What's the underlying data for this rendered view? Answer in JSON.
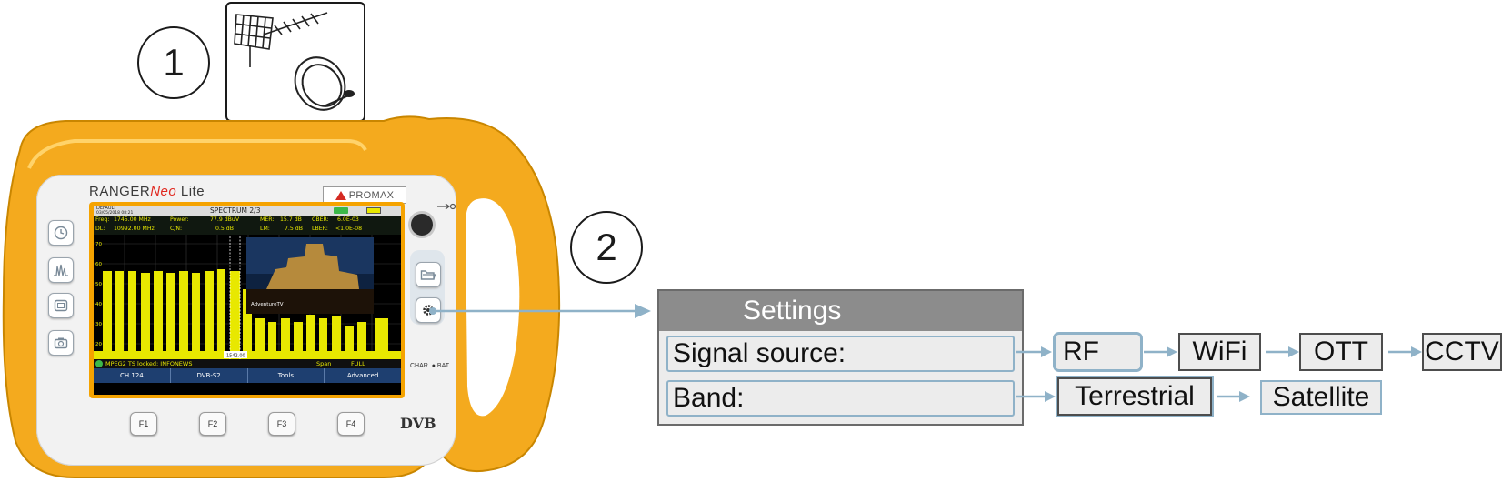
{
  "callouts": {
    "one": "1",
    "two": "2"
  },
  "device": {
    "brand_prefix": "RANGER",
    "brand_neo": "Neo",
    "brand_suffix": " Lite",
    "maker": "PROMAX",
    "screen": {
      "preset": "DEFAULT",
      "datetime": "03/05/2018 08:21",
      "title": "SPECTRUM 2/3",
      "freq_label": "Freq:",
      "freq_value": "1745.00 MHz",
      "dl_label": "DL:",
      "dl_value": "10992.00 MHz",
      "power_label": "Power:",
      "power_value": "77.9 dBuV",
      "cn_label": "C/N:",
      "cn_value": "0.5 dB",
      "mer_label": "MER:",
      "mer_value": "15.7 dB",
      "lm_label": "LM:",
      "lm_value": "7.5 dB",
      "cber_label": "CBER:",
      "cber_value": "6.0E-03",
      "lber_label": "LBER:",
      "lber_value": "<1.0E-08",
      "y_ticks": [
        "70",
        "60",
        "50",
        "40",
        "30",
        "20"
      ],
      "marker_label": "1542.00",
      "thumbnail_caption": "AdventureTV",
      "lock_status": "MPEG2 TS locked:  INFONEWS",
      "span_label": "Span",
      "span_value": "FULL",
      "menu": [
        "CH 124",
        "DVB-S2",
        "Tools",
        "Advanced"
      ],
      "accent_color": "#e8e800",
      "menu_color": "#1e3f70"
    },
    "side_buttons_left": [
      "clock-icon",
      "spectrum-icon",
      "screen-icon",
      "camera-icon"
    ],
    "side_buttons_right": [
      "folder-icon",
      "gear-icon"
    ],
    "fkeys": [
      "F1",
      "F2",
      "F3",
      "F4"
    ],
    "charbat": "CHAR. ● BAT.",
    "dvb_logo": "DVB"
  },
  "settings": {
    "title": "Settings",
    "rows": [
      {
        "label": "Signal source:",
        "options": [
          "RF",
          "WiFi",
          "OTT",
          "CCTV"
        ]
      },
      {
        "label": "Band:",
        "options": [
          "Terrestrial",
          "Satellite"
        ]
      }
    ],
    "highlight_color": "#8fb2c8",
    "header_color": "#8c8c8c"
  }
}
